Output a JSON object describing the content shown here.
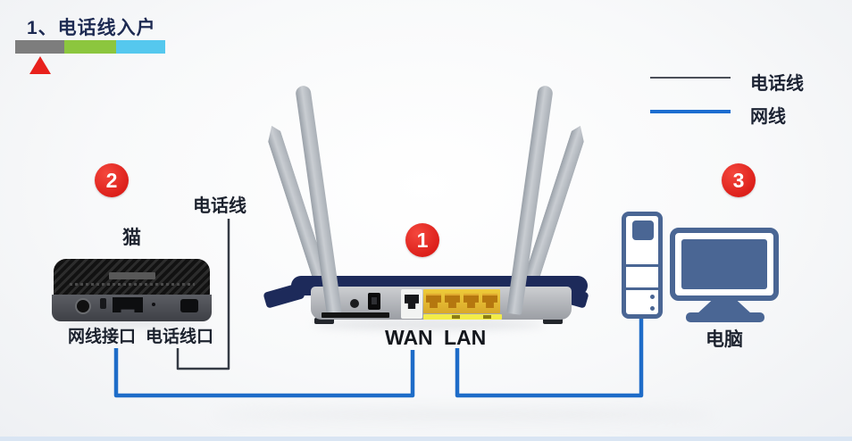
{
  "title": "1、电话线入户",
  "progress": {
    "segments": [
      {
        "name": "step-1",
        "color": "#7d7d7d"
      },
      {
        "name": "step-2",
        "color": "#8cc63e"
      },
      {
        "name": "step-3",
        "color": "#55c8ee"
      }
    ],
    "active_index": 0
  },
  "legend": {
    "phone": {
      "label": "电话线",
      "color": "#4b4f58"
    },
    "network": {
      "label": "网线",
      "color": "#1c6dd0"
    }
  },
  "badges": {
    "router": "1",
    "modem": "2",
    "computer": "3"
  },
  "modem": {
    "name": "猫",
    "incoming_cable_label": "电话线",
    "ports": {
      "ethernet": "网线接口",
      "phone": "电话线口"
    }
  },
  "router": {
    "wan_label": "WAN",
    "lan_label": "LAN"
  },
  "computer": {
    "name": "电脑"
  },
  "colors": {
    "badge_red": "#e2251f",
    "marker_red": "#e8211d",
    "phone_cable": "#343a44",
    "network_cable": "#1e6cc8",
    "device_blue": "#4a6694",
    "title_navy": "#1d2a52",
    "lan_yellow": "#e4bd31",
    "background": "#f3f4f6"
  }
}
